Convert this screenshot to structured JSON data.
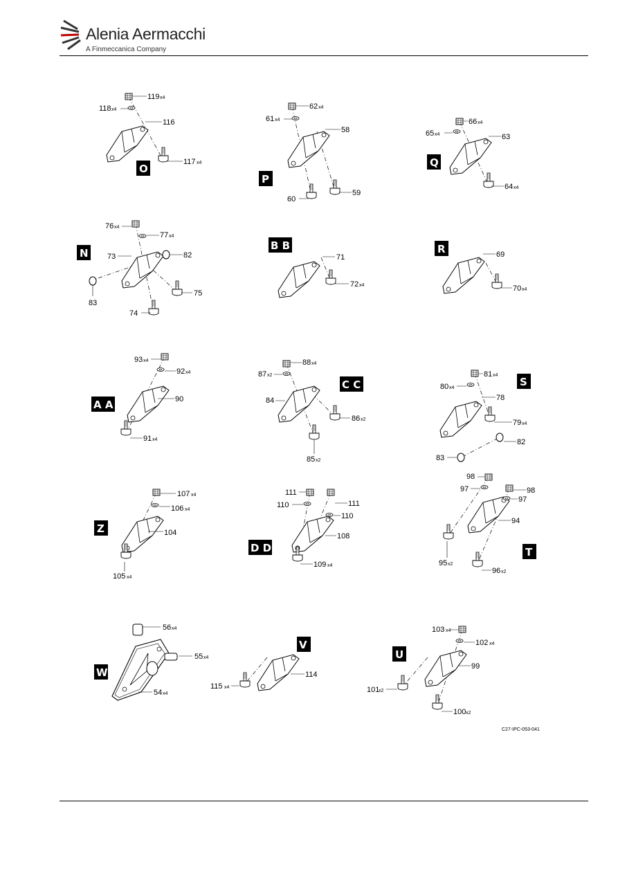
{
  "header": {
    "brand": "Alenia Aermacchi",
    "tagline": "A Finmeccanica Company"
  },
  "figure_id": "C27-IPC-053-041",
  "views": [
    {
      "tag": "O",
      "labels": [
        {
          "n": "119",
          "q": "x4"
        },
        {
          "n": "118",
          "q": "x4"
        },
        {
          "n": "116",
          "q": ""
        },
        {
          "n": "117",
          "q": "x4"
        }
      ]
    },
    {
      "tag": "P",
      "labels": [
        {
          "n": "62",
          "q": "x4"
        },
        {
          "n": "61",
          "q": "x4"
        },
        {
          "n": "58",
          "q": ""
        },
        {
          "n": "60",
          "q": ""
        },
        {
          "n": "59",
          "q": ""
        }
      ]
    },
    {
      "tag": "Q",
      "labels": [
        {
          "n": "66",
          "q": "x4"
        },
        {
          "n": "65",
          "q": "x4"
        },
        {
          "n": "63",
          "q": ""
        },
        {
          "n": "64",
          "q": "x4"
        }
      ]
    },
    {
      "tag": "N",
      "labels": [
        {
          "n": "76",
          "q": "x4"
        },
        {
          "n": "77",
          "q": "x4"
        },
        {
          "n": "73",
          "q": ""
        },
        {
          "n": "82",
          "q": ""
        },
        {
          "n": "83",
          "q": ""
        },
        {
          "n": "75",
          "q": ""
        },
        {
          "n": "74",
          "q": ""
        }
      ]
    },
    {
      "tag": "B B",
      "labels": [
        {
          "n": "71",
          "q": ""
        },
        {
          "n": "72",
          "q": "x4"
        }
      ]
    },
    {
      "tag": "R",
      "labels": [
        {
          "n": "69",
          "q": ""
        },
        {
          "n": "70",
          "q": "x4"
        }
      ]
    },
    {
      "tag": "A A",
      "labels": [
        {
          "n": "93",
          "q": "x4"
        },
        {
          "n": "92",
          "q": "x4"
        },
        {
          "n": "90",
          "q": ""
        },
        {
          "n": "91",
          "q": "x4"
        }
      ]
    },
    {
      "tag": "C C",
      "labels": [
        {
          "n": "88",
          "q": "x4"
        },
        {
          "n": "87",
          "q": "x2"
        },
        {
          "n": "84",
          "q": ""
        },
        {
          "n": "86",
          "q": "x2"
        },
        {
          "n": "85",
          "q": "x2"
        }
      ]
    },
    {
      "tag": "S",
      "labels": [
        {
          "n": "81",
          "q": "x4"
        },
        {
          "n": "80",
          "q": "x4"
        },
        {
          "n": "78",
          "q": ""
        },
        {
          "n": "79",
          "q": "x4"
        },
        {
          "n": "82",
          "q": ""
        },
        {
          "n": "83",
          "q": ""
        }
      ]
    },
    {
      "tag": "Z",
      "labels": [
        {
          "n": "107",
          "q": "x4"
        },
        {
          "n": "106",
          "q": "x4"
        },
        {
          "n": "104",
          "q": ""
        },
        {
          "n": "105",
          "q": "x4"
        }
      ]
    },
    {
      "tag": "D D",
      "labels": [
        {
          "n": "111",
          "q": ""
        },
        {
          "n": "110",
          "q": ""
        },
        {
          "n": "111",
          "q": ""
        },
        {
          "n": "110",
          "q": ""
        },
        {
          "n": "108",
          "q": ""
        },
        {
          "n": "109",
          "q": "x4"
        }
      ]
    },
    {
      "tag": "T",
      "labels": [
        {
          "n": "98",
          "q": ""
        },
        {
          "n": "97",
          "q": ""
        },
        {
          "n": "98",
          "q": ""
        },
        {
          "n": "97",
          "q": ""
        },
        {
          "n": "94",
          "q": ""
        },
        {
          "n": "95",
          "q": "x2"
        },
        {
          "n": "96",
          "q": "x2"
        }
      ]
    },
    {
      "tag": "W",
      "labels": [
        {
          "n": "56",
          "q": "x4"
        },
        {
          "n": "55",
          "q": "x4"
        },
        {
          "n": "54",
          "q": "x4"
        }
      ]
    },
    {
      "tag": "V",
      "labels": [
        {
          "n": "115",
          "q": "x4"
        },
        {
          "n": "114",
          "q": ""
        }
      ]
    },
    {
      "tag": "U",
      "labels": [
        {
          "n": "103",
          "q": "x4"
        },
        {
          "n": "102",
          "q": "x4"
        },
        {
          "n": "99",
          "q": ""
        },
        {
          "n": "101",
          "q": "x2"
        },
        {
          "n": "100",
          "q": "x2"
        }
      ]
    }
  ]
}
